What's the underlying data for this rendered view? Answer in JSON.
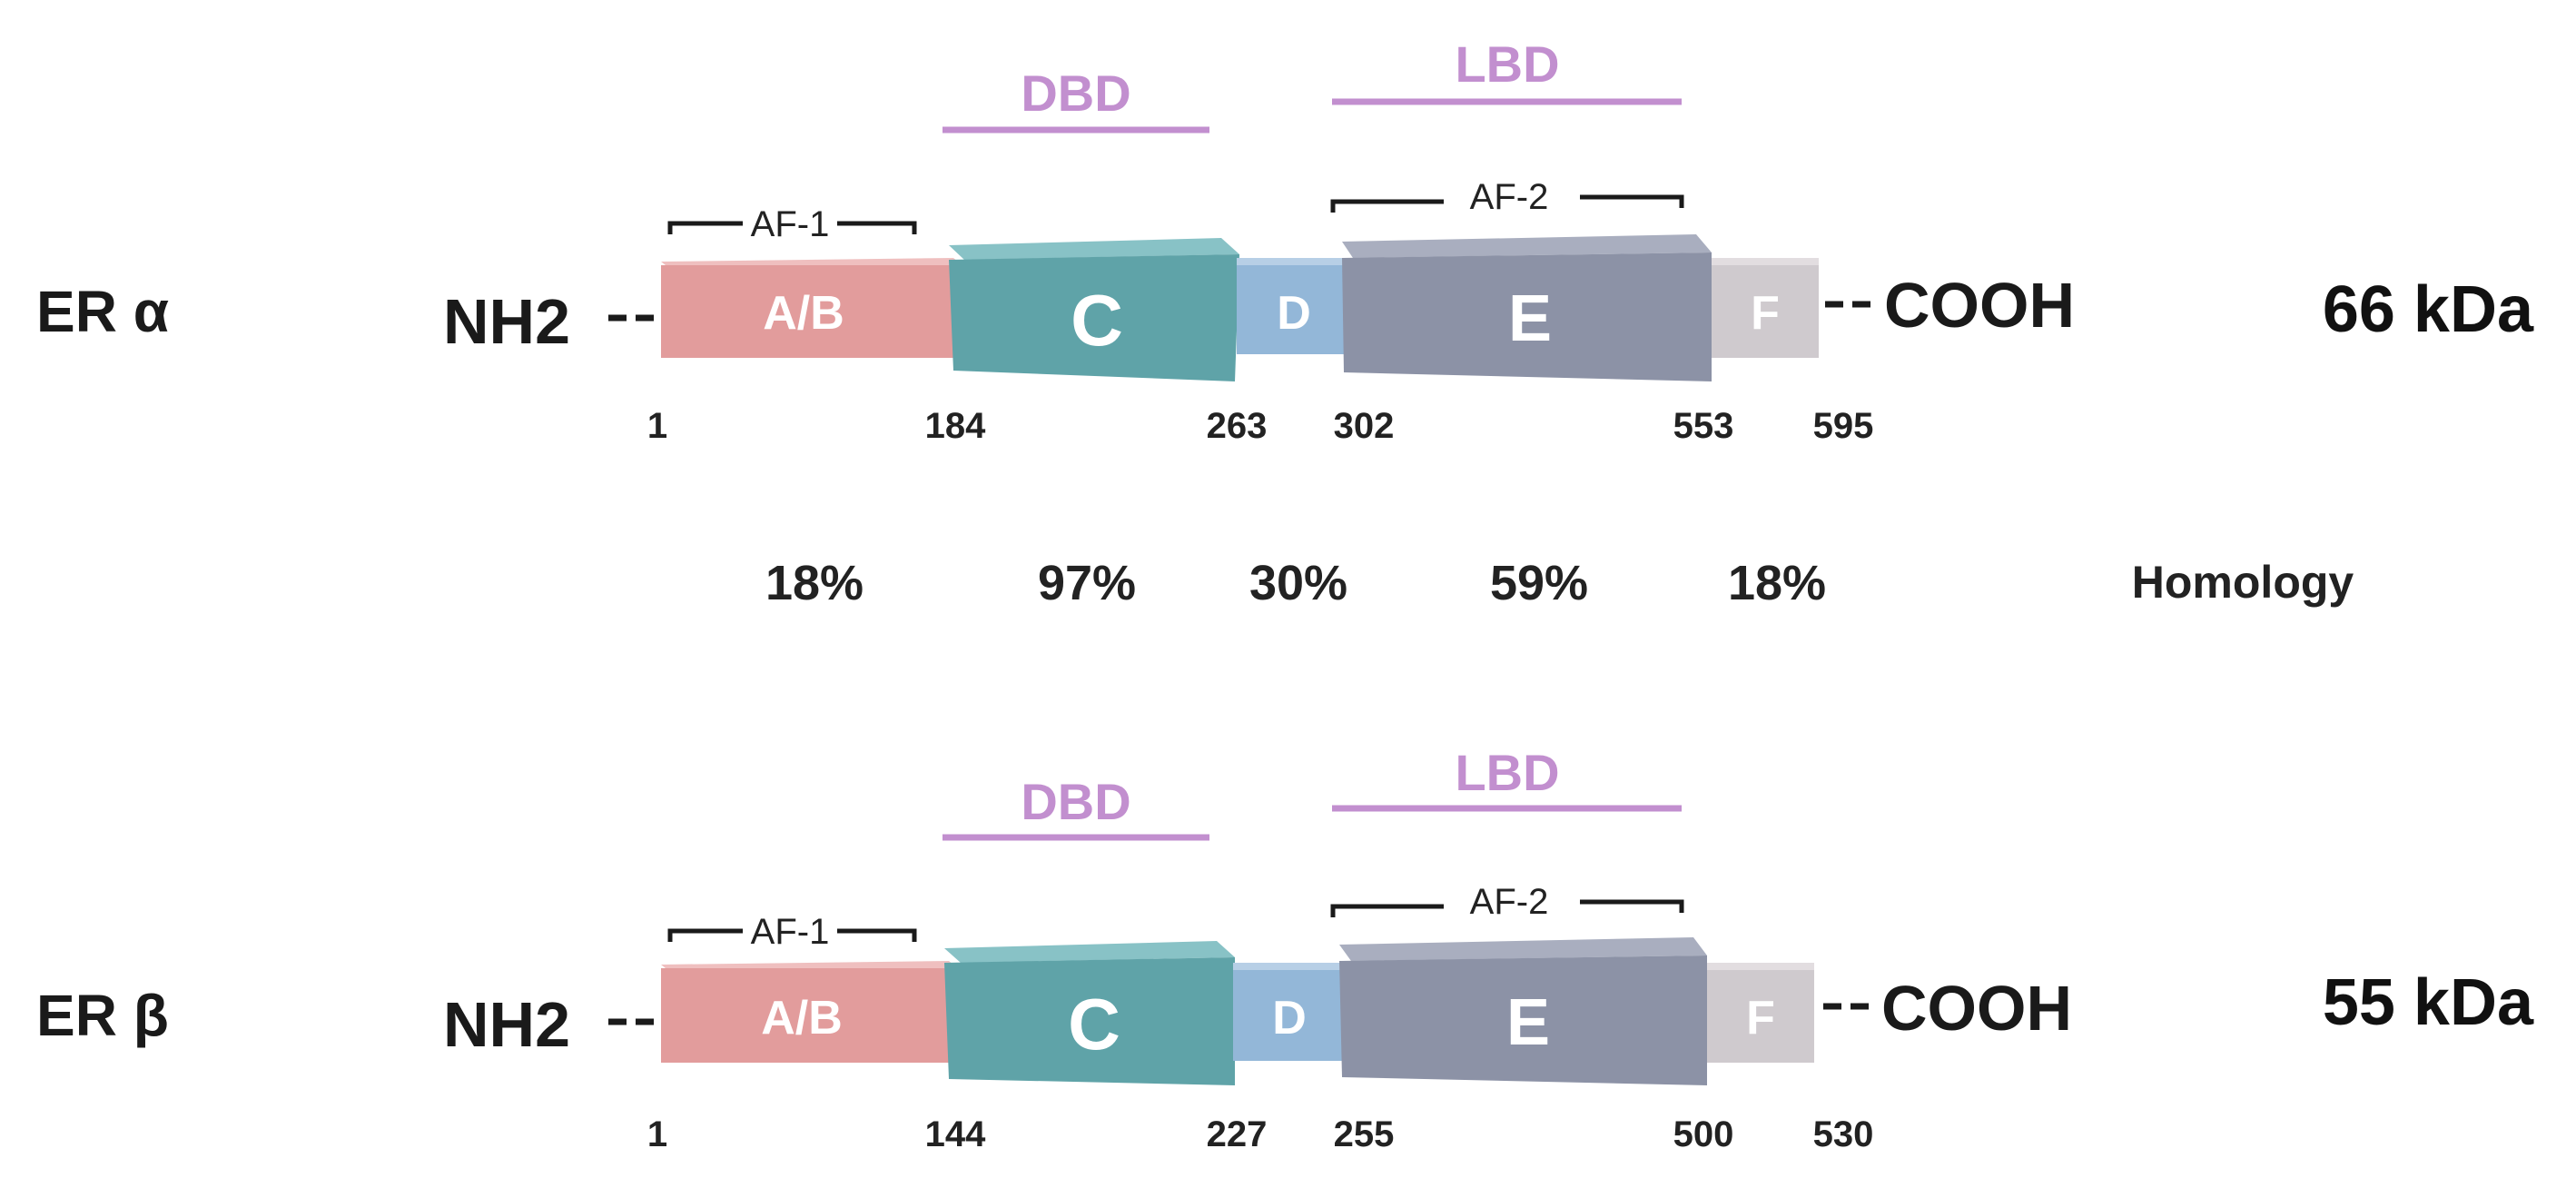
{
  "colors": {
    "ab": "#e29c9c",
    "ab_top": "#efbfbf",
    "ab_side": "#c47f7f",
    "c": "#5fa3a8",
    "c_top": "#88c2c6",
    "c_side": "#478589",
    "d": "#93b7d8",
    "d_top": "#b7cfe6",
    "d_side": "#7399bc",
    "e": "#8c92a6",
    "e_top": "#a9aebf",
    "e_side": "#6d7388",
    "f": "#cfcace",
    "f_top": "#e2dde0",
    "f_side": "#a9a4a8",
    "domain_line": "#c28fcf",
    "text": "#1a1a1a"
  },
  "receptors": [
    {
      "name": "ER α",
      "mass": "66 kDa",
      "n_term": "NH2",
      "c_term": "COOH",
      "segments": [
        {
          "label": "A/B",
          "color_key": "ab"
        },
        {
          "label": "C",
          "color_key": "c"
        },
        {
          "label": "D",
          "color_key": "d"
        },
        {
          "label": "E",
          "color_key": "e"
        },
        {
          "label": "F",
          "color_key": "f"
        }
      ],
      "positions": [
        "1",
        "184",
        "263",
        "302",
        "553",
        "595"
      ],
      "domains": [
        {
          "label": "DBD"
        },
        {
          "label": "LBD"
        }
      ],
      "af_labels": [
        "AF-1",
        "AF-2"
      ]
    },
    {
      "name": "ER β",
      "mass": "55 kDa",
      "n_term": "NH2",
      "c_term": "COOH",
      "segments": [
        {
          "label": "A/B",
          "color_key": "ab"
        },
        {
          "label": "C",
          "color_key": "c"
        },
        {
          "label": "D",
          "color_key": "d"
        },
        {
          "label": "E",
          "color_key": "e"
        },
        {
          "label": "F",
          "color_key": "f"
        }
      ],
      "positions": [
        "1",
        "144",
        "227",
        "255",
        "500",
        "530"
      ],
      "domains": [
        {
          "label": "DBD"
        },
        {
          "label": "LBD"
        }
      ],
      "af_labels": [
        "AF-1",
        "AF-2"
      ]
    }
  ],
  "homology": {
    "values": [
      "18%",
      "97%",
      "30%",
      "59%",
      "18%"
    ],
    "label": "Homology"
  }
}
